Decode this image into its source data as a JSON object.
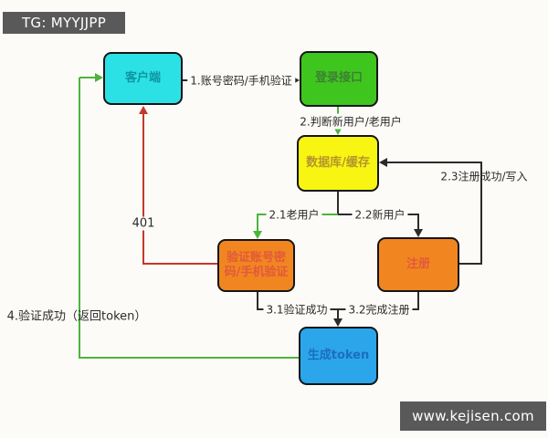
{
  "watermarks": {
    "telegram": "TG: MYYJJPP",
    "site": "www.kejisen.com"
  },
  "nodes": {
    "client": {
      "label": "客户端",
      "fill": "#2ce1e6",
      "text_color": "#0d95a0"
    },
    "login": {
      "label": "登录接口",
      "fill": "#3ec61f",
      "text_color": "#3e8033"
    },
    "db": {
      "label": "数据库/缓存",
      "fill": "#f8f512",
      "text_color": "#b5952b"
    },
    "verify": {
      "label": "验证账号密码/手机验证",
      "fill": "#f18621",
      "text_color": "#e2593a"
    },
    "register": {
      "label": "注册",
      "fill": "#f18621",
      "text_color": "#e2593a"
    },
    "token": {
      "label": "生成token",
      "fill": "#2ba6ea",
      "text_color": "#1b6ec0"
    }
  },
  "edges": {
    "e1": {
      "label": "1.账号密码/手机验证",
      "from": "client",
      "to": "login",
      "color": "#2b2b2b"
    },
    "e2": {
      "label": "2.判断新用户/老用户",
      "from": "login",
      "to": "db",
      "color": "#4cb43c"
    },
    "e21": {
      "label": "2.1老用户",
      "from": "db",
      "to": "verify",
      "color": "#4cb43c"
    },
    "e22": {
      "label": "2.2新用户",
      "from": "db",
      "to": "register",
      "color": "#2b2b2b"
    },
    "e23": {
      "label": "2.3注册成功/写入",
      "from": "register",
      "to": "db",
      "color": "#2b2b2b"
    },
    "e401": {
      "label": "401",
      "from": "verify",
      "to": "client",
      "color": "#c63826"
    },
    "e31": {
      "label": "3.1验证成功",
      "from": "verify",
      "to": "token",
      "color": "#2b2b2b"
    },
    "e32": {
      "label": "3.2完成注册",
      "from": "register",
      "to": "token",
      "color": "#2b2b2b"
    },
    "e4": {
      "label": "4.验证成功（返回token）",
      "from": "token",
      "to": "client",
      "color": "#4cb43c"
    }
  },
  "colors": {
    "background": "#fcfbf8",
    "banner_background": "#595959",
    "banner_text": "#ffffff",
    "line_black": "#2b2b2b",
    "line_green": "#4cb43c",
    "line_red": "#c63826",
    "node_border": "#151515"
  }
}
